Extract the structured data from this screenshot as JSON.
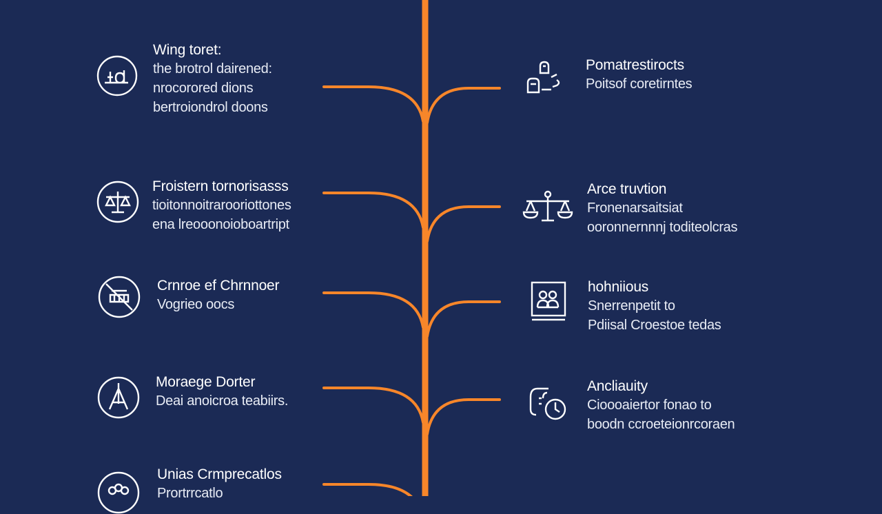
{
  "accent_color": "#f7862a",
  "background_color": "#1b2a55",
  "left_items": [
    {
      "icon": "scale-balance-circle-icon",
      "title": "Wing toret:",
      "lines": [
        "the brotrol dairened:",
        "nrocorored dions",
        "bertroiondrol doons"
      ]
    },
    {
      "icon": "justice-scales-circle-icon",
      "title": "Froistern tornorisasss",
      "lines": [
        "tioitonnoitrarooriottones",
        "ena lreooonoioboartript"
      ]
    },
    {
      "icon": "group-table-circle-icon",
      "title": "Crnroe ef Chrnnoer",
      "lines": [
        "Vogrieo oocs"
      ]
    },
    {
      "icon": "compass-circle-icon",
      "title": "Moraege Dorter",
      "lines": [
        "Deai anoicroa teabiirs."
      ]
    },
    {
      "icon": "people-circle-icon",
      "title": "Unias Crmprecatlos",
      "lines": [
        "Prortrrcatlo"
      ]
    }
  ],
  "right_items": [
    {
      "icon": "people-exchange-icon",
      "title": "Pomatrestirocts",
      "lines": [
        "Poitsof coretirntes"
      ]
    },
    {
      "icon": "balance-scales-icon",
      "title": "Arce truvtion",
      "lines": [
        "Fronenarsaitsiat",
        "ooronnernnnj toditeolcras"
      ]
    },
    {
      "icon": "monitor-people-icon",
      "title": "hohniious",
      "lines": [
        "Snerrenpetit to",
        "Pdiisal Croestoe tedas"
      ]
    },
    {
      "icon": "clock-gear-icon",
      "title": "Ancliauity",
      "lines": [
        "Cioooaiertor fonao to",
        "boodn ccroeteionrcoraen"
      ]
    }
  ]
}
